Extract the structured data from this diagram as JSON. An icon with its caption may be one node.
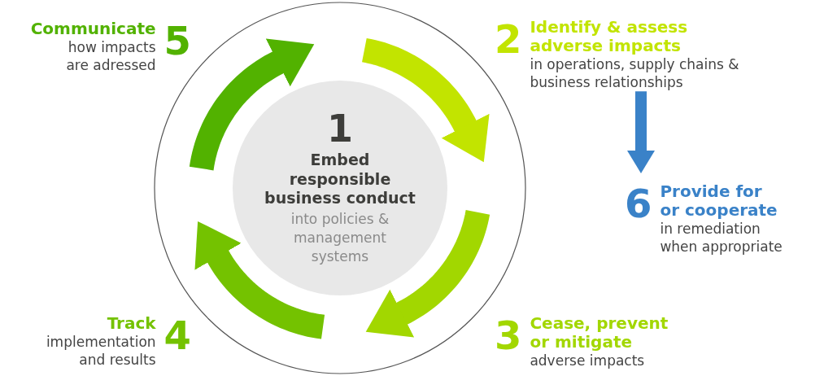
{
  "diagram": {
    "nodes": [
      {
        "text": [
          "1",
          "Embed responsible business conduct",
          "into policies & management systems"
        ]
      },
      {
        "text": [
          "2",
          "Identify & assess adverse impacts",
          "in operations, supply chains & business relationships"
        ]
      },
      {
        "text": [
          "3",
          "Cease, prevent or mitigate",
          "adverse impacts"
        ]
      },
      {
        "text": [
          "Track",
          "4",
          "implementation and results"
        ]
      },
      {
        "text": [
          "Communicate",
          "5",
          "how impacts are adressed"
        ]
      },
      {
        "text": [
          "6",
          "Provide for or cooperate",
          "in remediation when appropriate"
        ]
      }
    ],
    "edges": [
      {
        "from": 1,
        "to": 5,
        "arrow": "to"
      }
    ]
  }
}
